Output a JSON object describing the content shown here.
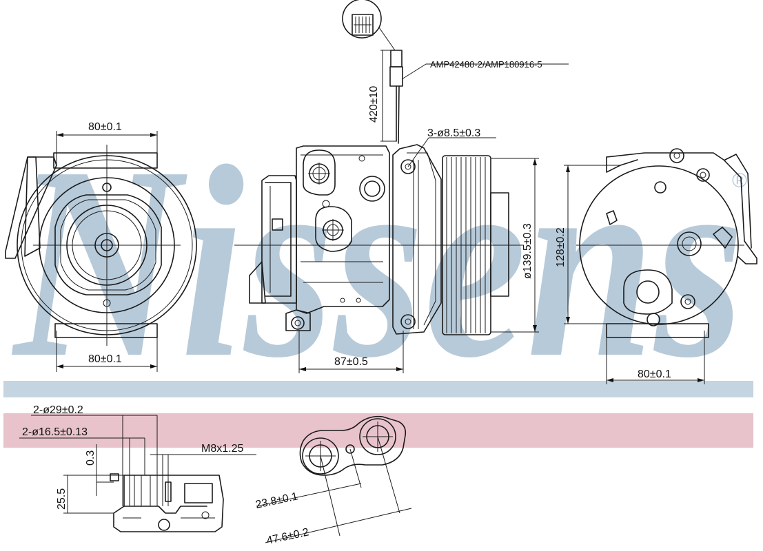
{
  "watermark": {
    "text": "Nissens",
    "registered": "®",
    "color": "#b7cad9"
  },
  "bands": {
    "blue": "#c4d4e0",
    "pink": "#e8c3cb"
  },
  "labels": {
    "front_width_top": "80±0.1",
    "front_width_bottom": "80±0.1",
    "connector_part": "AMP42480-2/AMP180916-5",
    "cable_length": "420±10",
    "mount_holes": "3-ø8.5±0.3",
    "pulley_diameter": "ø139.5±0.3",
    "body_length": "87±0.5",
    "rear_height": "128±0.2",
    "rear_width": "80±0.1",
    "port_outer_diameter": "2-ø29±0.2",
    "port_inner_diameter": "2-ø16.5±0.13",
    "thread": "M8x1.25",
    "recess_depth": "0.3",
    "port_height": "25.5",
    "port_spacing_a": "23.8±0.1",
    "port_spacing_b": "47.6±0.2"
  }
}
